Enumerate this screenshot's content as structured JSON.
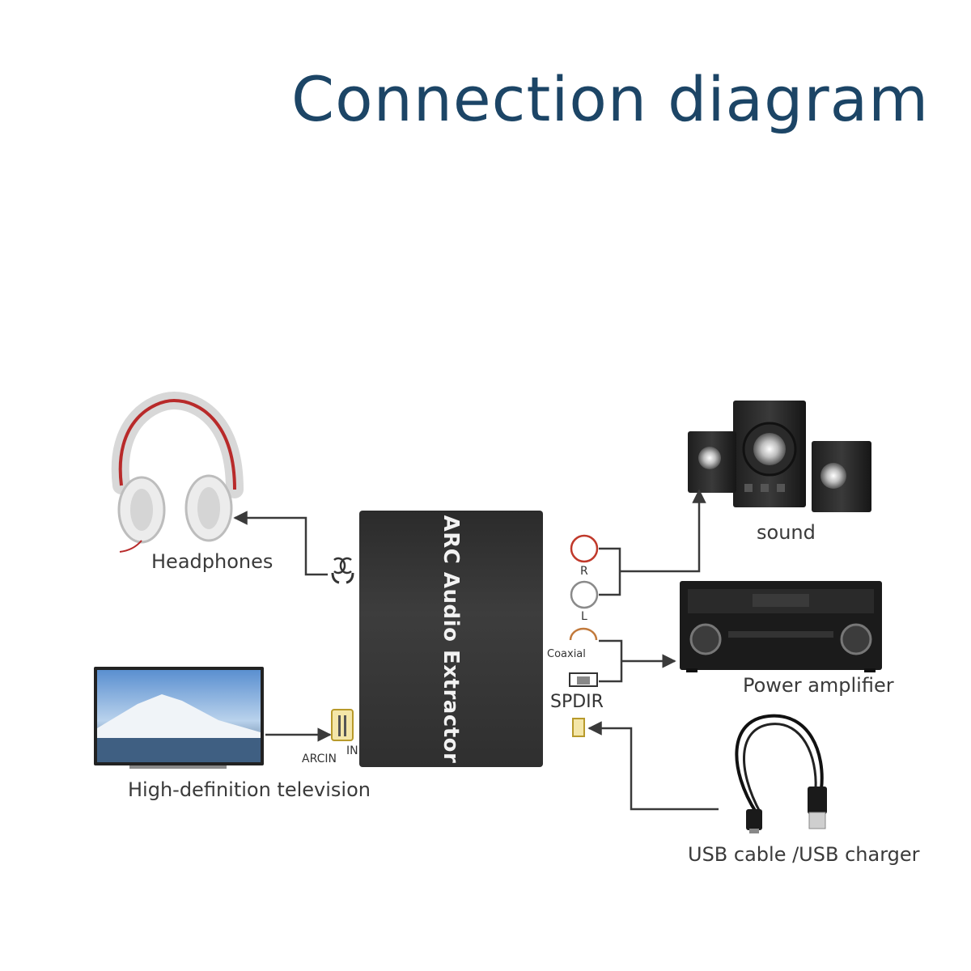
{
  "title": "Connection diagram",
  "device": {
    "label": "ARC Audio Extractor"
  },
  "labels": {
    "headphones": "Headphones",
    "television": "High-definition television",
    "sound": "sound",
    "power_amplifier": "Power amplifier",
    "usb": "USB cable /USB charger"
  },
  "ports": {
    "arc_in": "ARCIN",
    "in": "IN",
    "r": "R",
    "l": "L",
    "coaxial": "Coaxial",
    "spdif": "SPDIR"
  },
  "colors": {
    "title": "#1c4566",
    "device": "#333333",
    "line": "#3a3a3a",
    "rca_red": "#c0392b"
  }
}
